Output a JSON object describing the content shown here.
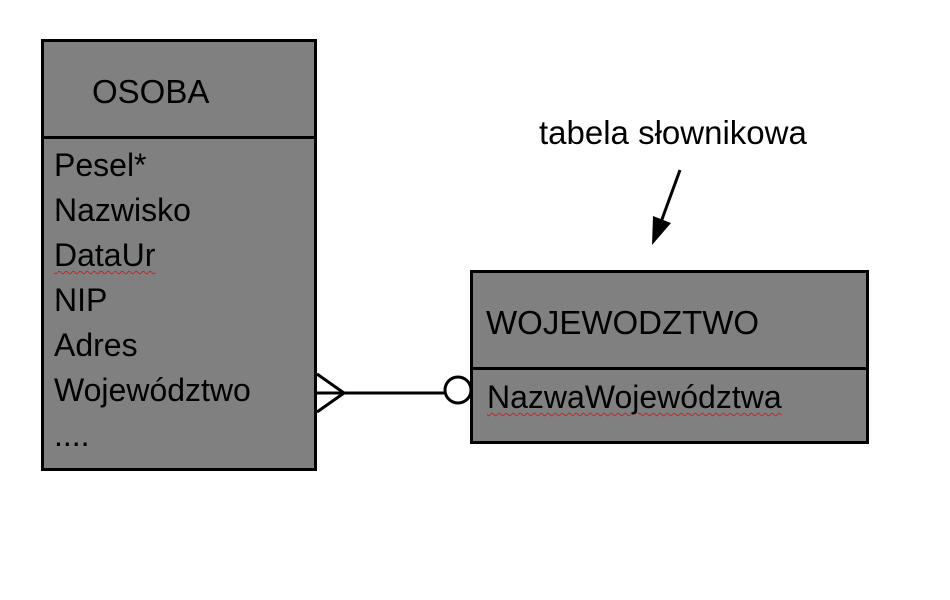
{
  "entities": {
    "osoba": {
      "title": "OSOBA",
      "attributes": [
        "Pesel*",
        "Nazwisko",
        "DataUr",
        "NIP",
        "Adres",
        "Województwo",
        "...."
      ]
    },
    "wojewodztwo": {
      "title": "WOJEWODZTWO",
      "attributes": [
        "NazwaWojewództwa"
      ]
    }
  },
  "annotation": {
    "text": "tabela słownikowa"
  },
  "relationship": {
    "from": "OSOBA",
    "to": "WOJEWODZTWO",
    "from_end": "crow-foot-many",
    "to_end": "circle-zero"
  },
  "colors": {
    "entity_fill": "#808080",
    "border": "#000000",
    "spellcheck_underline": "#d02020"
  }
}
